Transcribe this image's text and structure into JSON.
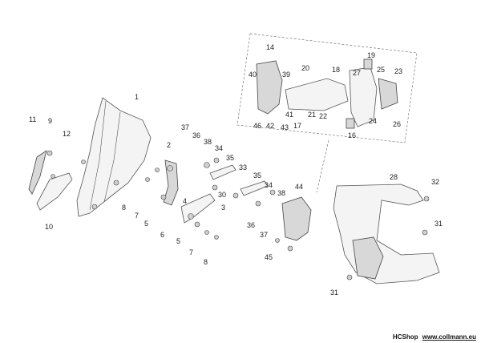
{
  "footer": {
    "shop": "HCShop",
    "website": "www.collmann.eu"
  },
  "callouts": [
    {
      "id": "1",
      "label": "1"
    },
    {
      "id": "2",
      "label": "2"
    },
    {
      "id": "3",
      "label": "3"
    },
    {
      "id": "4",
      "label": "4"
    },
    {
      "id": "5a",
      "label": "5"
    },
    {
      "id": "5b",
      "label": "5"
    },
    {
      "id": "6",
      "label": "6"
    },
    {
      "id": "7a",
      "label": "7"
    },
    {
      "id": "7b",
      "label": "7"
    },
    {
      "id": "8a",
      "label": "8"
    },
    {
      "id": "8b",
      "label": "8"
    },
    {
      "id": "9",
      "label": "9"
    },
    {
      "id": "10",
      "label": "10"
    },
    {
      "id": "11",
      "label": "11"
    },
    {
      "id": "12",
      "label": "12"
    },
    {
      "id": "14",
      "label": "14"
    },
    {
      "id": "16",
      "label": "16"
    },
    {
      "id": "17",
      "label": "17"
    },
    {
      "id": "18",
      "label": "18"
    },
    {
      "id": "19",
      "label": "19"
    },
    {
      "id": "20",
      "label": "20"
    },
    {
      "id": "21",
      "label": "21"
    },
    {
      "id": "22",
      "label": "22"
    },
    {
      "id": "23",
      "label": "23"
    },
    {
      "id": "24",
      "label": "24"
    },
    {
      "id": "25",
      "label": "25"
    },
    {
      "id": "26",
      "label": "26"
    },
    {
      "id": "27",
      "label": "27"
    },
    {
      "id": "28",
      "label": "28"
    },
    {
      "id": "30",
      "label": "30"
    },
    {
      "id": "31a",
      "label": "31"
    },
    {
      "id": "31b",
      "label": "31"
    },
    {
      "id": "32",
      "label": "32"
    },
    {
      "id": "33",
      "label": "33"
    },
    {
      "id": "34a",
      "label": "34"
    },
    {
      "id": "34b",
      "label": "34"
    },
    {
      "id": "35a",
      "label": "35"
    },
    {
      "id": "35b",
      "label": "35"
    },
    {
      "id": "36a",
      "label": "36"
    },
    {
      "id": "36b",
      "label": "36"
    },
    {
      "id": "37a",
      "label": "37"
    },
    {
      "id": "37b",
      "label": "37"
    },
    {
      "id": "38a",
      "label": "38"
    },
    {
      "id": "38b",
      "label": "38"
    },
    {
      "id": "39",
      "label": "39"
    },
    {
      "id": "40",
      "label": "40"
    },
    {
      "id": "41",
      "label": "41"
    },
    {
      "id": "42",
      "label": "42"
    },
    {
      "id": "43",
      "label": "43"
    },
    {
      "id": "44",
      "label": "44"
    },
    {
      "id": "45",
      "label": "45"
    },
    {
      "id": "46",
      "label": "46"
    }
  ]
}
